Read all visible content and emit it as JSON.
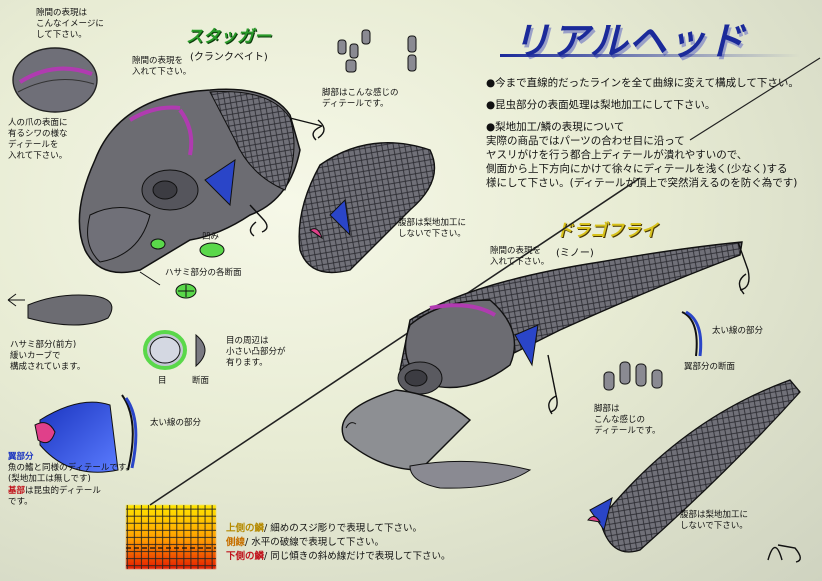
{
  "title": "リアルヘッド",
  "stagger": {
    "name": "スタッガー",
    "type": "(クランクベイト)"
  },
  "dragonfly": {
    "name": "ドラゴフライ",
    "type": "(ミノー)"
  },
  "bullets": [
    "●今まで直線的だったラインを全て曲線に変えて構成して下さい。",
    "●昆虫部分の表面処理は梨地加工にして下さい。",
    "●梨地加工/鱗の表現について\n実際の商品ではパーツの合わせ目に沿って\nヤスリがけを行う都合上ディテールが潰れやすいので、\n側面から上下方向にかけて徐々にディテールを浅く(少なく)する\n様にして下さい。(ディテールが頂上で突然消えるのを防ぐ為です)"
  ],
  "notes": {
    "gap_image": "隙間の表現は\nこんなイメージに\nして下さい。",
    "gap_insert": "隙間の表現を\n入れて下さい。",
    "nail": "人の爪の表面に\n有るシワの様な\nディテールを\n入れて下さい。",
    "legs_stagger": "脚部はこんな感じの\nディテールです。",
    "belly_stagger": "腹部は梨地加工に\nしないで下さい。",
    "dent": "凹み",
    "claw_sections": "ハサミ部分の各断面",
    "claw_front": "ハサミ部分(前方)\n緩いカーブで\n構成されています。",
    "eye_area": "目の周辺は\n小さい凸部分が\n有ります。",
    "eye": "目",
    "section": "断面",
    "thick_line_1": "太い線の部分",
    "wing_title": "翼部分",
    "wing_body": "魚の鰭と同様のディテールです。\n(梨地加工は無しです)",
    "wing_base_label": "基部",
    "wing_base_rest": "は昆虫的ディテール\nです。",
    "gap_insert_2": "隙間の表現を\n入れて下さい。",
    "thick_line_2": "太い線の部分",
    "wing_section": "翼部分の断面",
    "legs_dragon": "脚部は\nこんな感じの\nディテールです。",
    "belly_dragon": "腹部は梨地加工に\nしないで下さい。"
  },
  "legend": [
    {
      "label": "上側の鱗",
      "text": "細めのスジ彫りで表現して下さい。",
      "color": "#b58a00"
    },
    {
      "label": "側線",
      "text": "水平の破線で表現して下さい。",
      "color": "#c77000"
    },
    {
      "label": "下側の鱗",
      "text": "同じ傾きの斜め線だけで表現して下さい。",
      "color": "#c0121b"
    }
  ],
  "colors": {
    "title": "#1b2a9a",
    "stagger_name": "#2a9b2a",
    "dragon_name": "#d8c21b",
    "body": "#6c6c72",
    "accent_magenta": "#b03bb0",
    "accent_blue": "#2a45c8",
    "accent_pink": "#e0408a",
    "accent_green": "#5ad84a"
  },
  "signature": "Aji"
}
